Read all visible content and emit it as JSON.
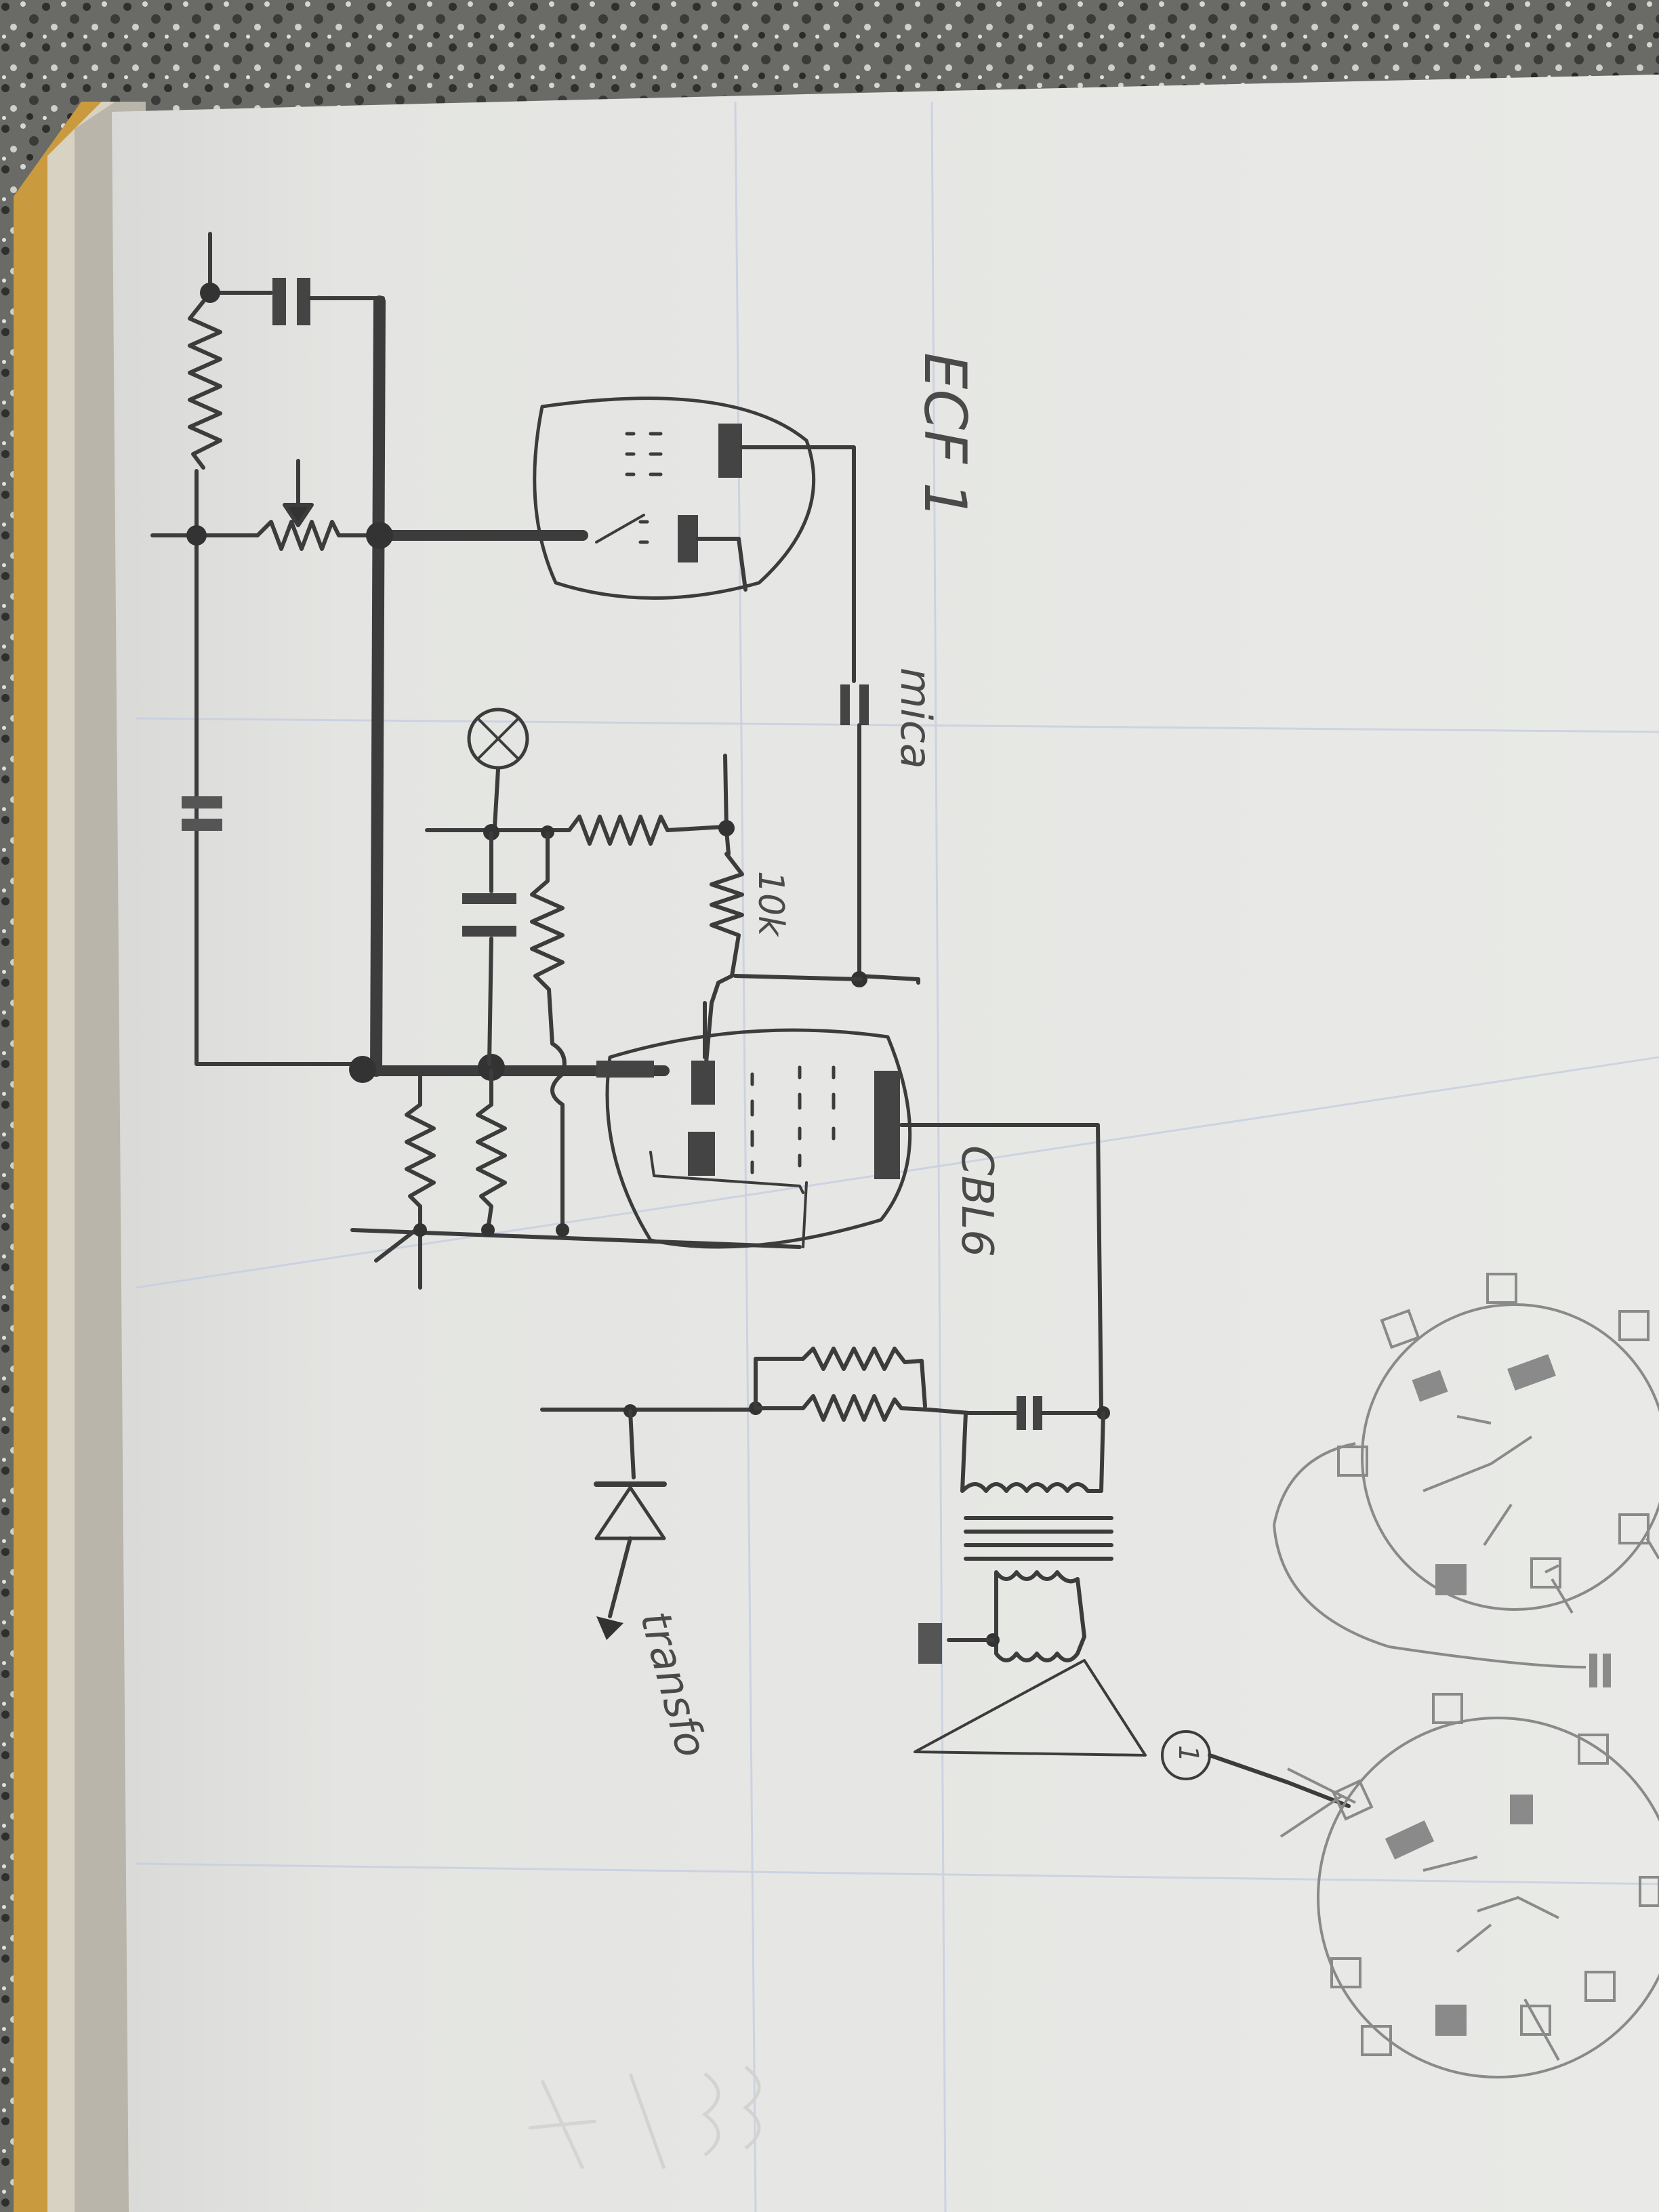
{
  "labels": {
    "ecf1": "ECF 1",
    "mica": "mica",
    "r10k": "10k",
    "cbl6": "CBL6",
    "transfo": "transfo",
    "circle_one": "1"
  },
  "colors": {
    "paper": "#e6e7e4",
    "pencil": "#3c3c3c",
    "page_edge": "#c99a3e",
    "table": "#5f5f5c"
  }
}
